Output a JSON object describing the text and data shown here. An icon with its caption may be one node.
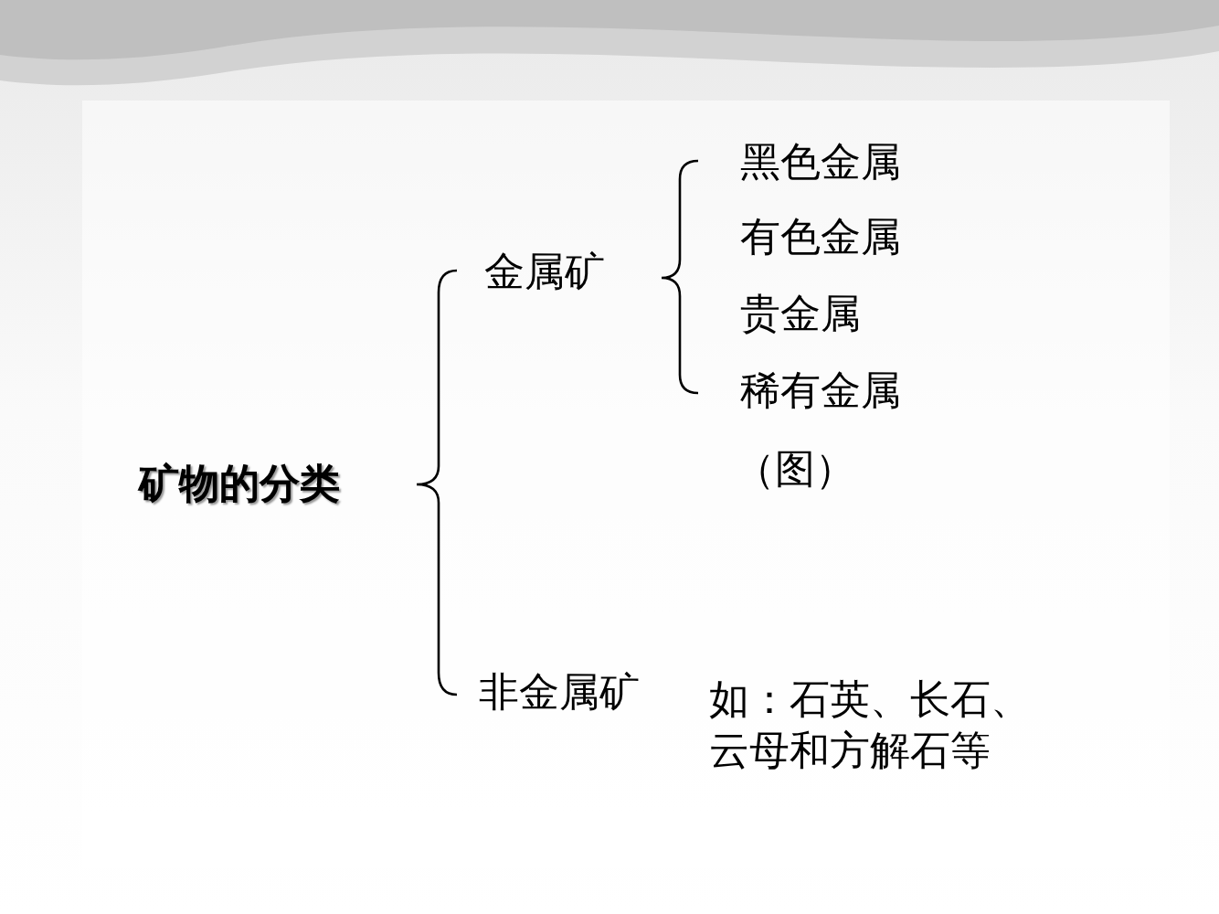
{
  "diagram": {
    "nodes": [
      {
        "text": [
          "矿物的分类"
        ]
      },
      {
        "text": [
          "金属矿"
        ]
      },
      {
        "text": [
          "非金属矿"
        ],
        "beside": [
          "如：石英、长石、云母和方解石等"
        ]
      },
      {
        "text": [
          "黑色金属"
        ]
      },
      {
        "text": [
          "有色金属"
        ]
      },
      {
        "text": [
          "贵金属"
        ]
      },
      {
        "text": [
          "稀有金属"
        ]
      }
    ],
    "labels": [
      "（图）"
    ]
  }
}
